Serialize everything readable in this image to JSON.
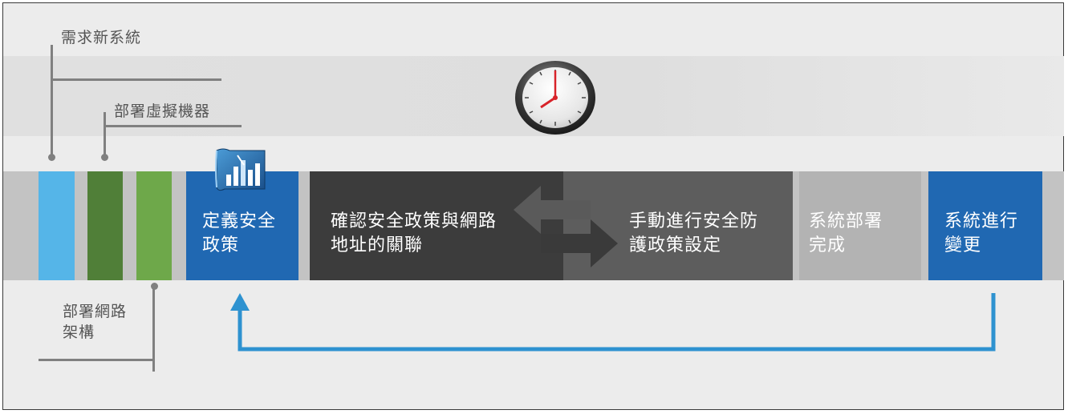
{
  "labels": {
    "new_system": "需求新系統",
    "deploy_vm": "部署虛擬機器",
    "deploy_network": [
      "部署網路",
      "架構"
    ]
  },
  "steps": {
    "define_policy": [
      "定義安全",
      "政策"
    ],
    "confirm_association": [
      "確認安全政策與網路",
      "地址的關聯"
    ],
    "manual_setup": [
      "手動進行安全防",
      "護政策設定"
    ],
    "deploy_done": [
      "系統部署",
      "完成"
    ],
    "system_change": [
      "系統進行",
      "變更"
    ]
  },
  "icons": {
    "clock": "clock-icon",
    "policy": "policy-document-icon",
    "arrows": "bidirectional-arrow-icon",
    "return_arrow": "return-loop-arrow"
  },
  "colors": {
    "light_blue": "#55b5e8",
    "dark_green": "#507f38",
    "green": "#6ea84a",
    "blue": "#2068b2",
    "dark_gray": "#3c3c3c",
    "mid_gray": "#5d5d5d",
    "light_gray": "#b3b3b3",
    "arrow_blue": "#2e92d0"
  }
}
